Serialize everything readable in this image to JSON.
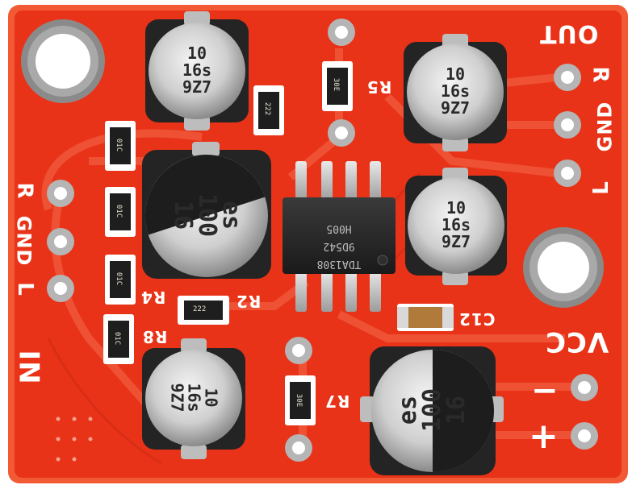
{
  "board": {
    "pcb_color": "#e83318",
    "edge_color": "#f25a35",
    "chip_marking": [
      "TDA1308",
      "9D542",
      "H005"
    ],
    "silkscreen": {
      "out": "OUT",
      "out_r": "R",
      "out_gnd": "GND",
      "out_l": "L",
      "in": "IN",
      "in_r": "R",
      "in_gnd": "GND",
      "in_l": "L",
      "vcc": "VCC",
      "minus": "−",
      "plus": "+",
      "r2": "R2",
      "r4": "R4",
      "r5": "R5",
      "r7": "R7",
      "r8": "R8",
      "c12": "C12"
    },
    "cap_small": [
      "10",
      "16s",
      "9Z7"
    ],
    "cap_large": [
      "100",
      "es",
      "16"
    ],
    "smd": {
      "a": "222",
      "b": "30E",
      "c": "01C"
    }
  }
}
